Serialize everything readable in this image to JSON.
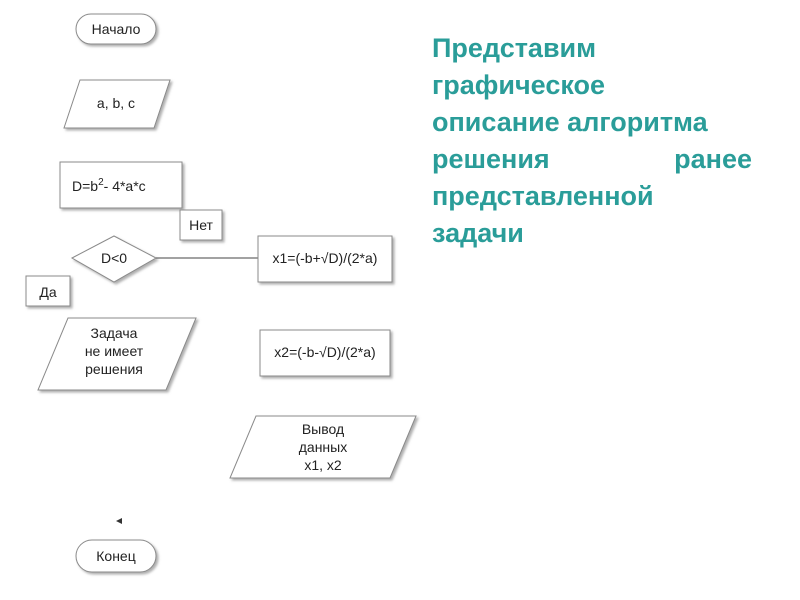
{
  "heading": {
    "line1": "Представим",
    "line2": "графическое",
    "line3": "описание алгоритма",
    "line4a": "решения",
    "line4b": "ранее",
    "line5": "представленной",
    "line6": "задачи"
  },
  "flowchart": {
    "start": "Начало",
    "input": "a, b, c",
    "discriminant_base": "D=b",
    "discriminant_exp": "2",
    "discriminant_rest": "- 4*a*c",
    "condition": "D<0",
    "no_label": "Нет",
    "yes_label": "Да",
    "no_solution": [
      "Задача",
      "не имеет",
      "решения"
    ],
    "root1": "x1=(-b+√D)/(2*a)",
    "root2": "x2=(-b-√D)/(2*a)",
    "output": [
      "Вывод",
      "данных",
      "x1, x2"
    ],
    "end": "Конец"
  }
}
